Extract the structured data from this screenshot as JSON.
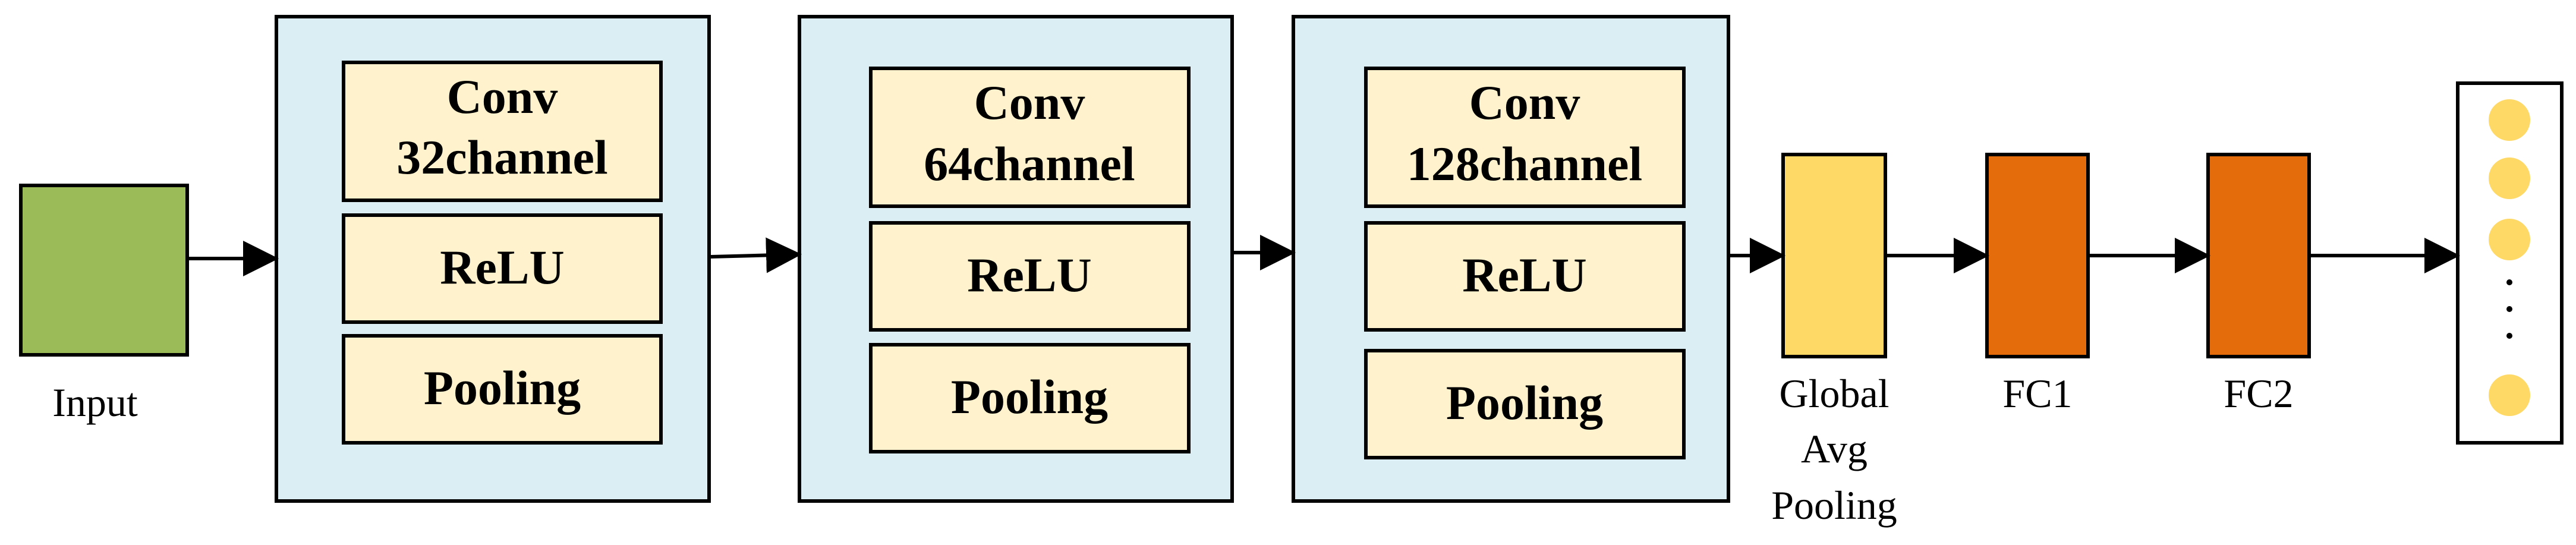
{
  "input": {
    "label": "Input"
  },
  "blocks": [
    {
      "conv": "Conv",
      "channels": "32channel",
      "activation": "ReLU",
      "pool": "Pooling"
    },
    {
      "conv": "Conv",
      "channels": "64channel",
      "activation": "ReLU",
      "pool": "Pooling"
    },
    {
      "conv": "Conv",
      "channels": "128channel",
      "activation": "ReLU",
      "pool": "Pooling"
    }
  ],
  "gap": {
    "line1": "Global",
    "line2": "Avg",
    "line3": "Pooling"
  },
  "fc1": {
    "label": "FC1"
  },
  "fc2": {
    "label": "FC2"
  },
  "colors": {
    "input": "#9BBB59",
    "block_bg": "#DAEEF3",
    "layer_bg": "#FFF2CC",
    "gap": "#FFD966",
    "fc": "#E46C0A",
    "output_node": "#FFD966"
  }
}
